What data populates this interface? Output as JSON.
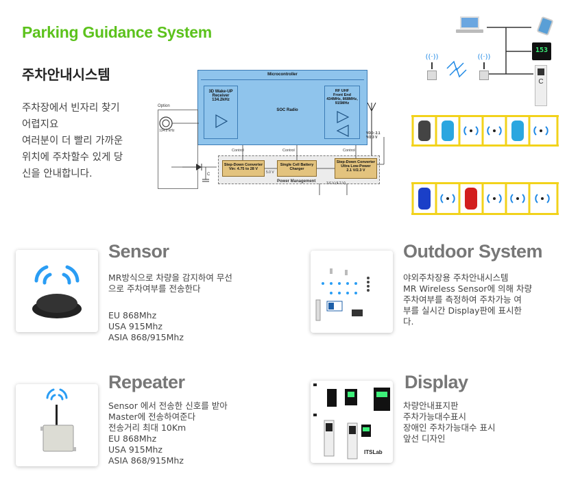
{
  "header": {
    "title": "Parking Guidance System",
    "korean_title": "주차안내시스템",
    "intro_lines": [
      "주차장에서 빈자리 찾기",
      "어렵지요",
      "여러분이 더 빨리 가까운",
      "위치에 주차할수 있게 당",
      "신을 안내합니다."
    ]
  },
  "diagram": {
    "microcontroller": "Microcontroller",
    "wakeup": [
      "3D Wake-UP",
      "Receiver",
      "134.2kHz"
    ],
    "soc": "SOC Radio",
    "rf": [
      "RF UHF",
      "Front End",
      "434MHz, 868MHz,",
      "915MHz"
    ],
    "option": "Option",
    "freq": "134.2 kHz",
    "cbuf": "C",
    "vdd": "VDD: 2.1 V/2.3 V",
    "control1": "Control",
    "control2": "Control",
    "control3": "Control",
    "v5": "5.0 V",
    "stepdown1": [
      "Step-Down Converter",
      "Vin: 4.75 to 28 V"
    ],
    "charger": [
      "Single Cell Battery",
      "Charger"
    ],
    "stepdown2": [
      "Step-Down Converter",
      "Ultra Low-Power",
      "2.1 V/2.3 V"
    ],
    "power_mgmt": "Power Management",
    "v36": "3.6 V (4.2 V)"
  },
  "display_sign": {
    "count": "153"
  },
  "sections": {
    "sensor": {
      "title": "Sensor",
      "lines": [
        "MR방식으로 차량을 감지하여 무선",
        "으로 주차여부를 전송한다",
        "",
        "EU 868Mhz",
        "USA 915Mhz",
        "ASIA 868/915Mhz"
      ]
    },
    "outdoor": {
      "title": "Outdoor System",
      "lines": [
        "야외주차장용 주차안내시스템",
        "MR Wireless Sensor에 의해 차량",
        "주차여부를 측정하여 주차가능 여",
        "부를 실시간 Display판에 표시한",
        "다."
      ]
    },
    "repeater": {
      "title": "Repeater",
      "lines": [
        "Sensor 에서 전송한 신호를 받아",
        "Master에 전송하여준다",
        "전송거리 최대 10Km",
        "EU 868Mhz",
        "USA 915Mhz",
        "ASIA 868/915Mhz"
      ]
    },
    "display": {
      "title": "Display",
      "lines": [
        "차량안내표지판",
        "주차가능대수표시",
        "장애인 주차가능대수 표시",
        "앞선 디자인"
      ],
      "brand": "ITSLab"
    }
  },
  "colors": {
    "accent_green": "#5cc21c",
    "diagram_blue": "#8fc4ec",
    "signal_blue": "#1e88e5",
    "parking_yellow": "#f2d21a"
  }
}
